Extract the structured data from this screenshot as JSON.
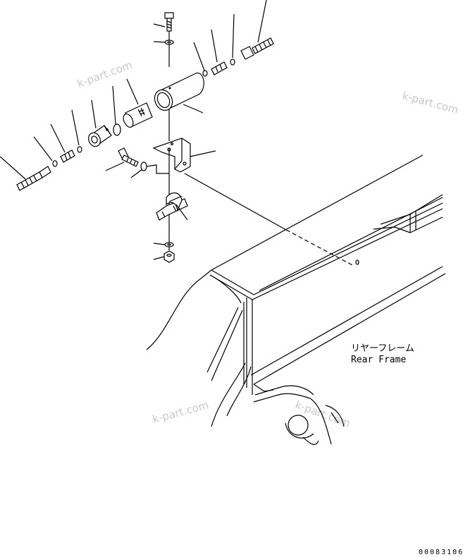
{
  "watermarks": [
    "k-part.com",
    "k-part.com",
    "k-part.com",
    "k-part.com"
  ],
  "labels": {
    "rear_frame_jp": "リヤーフレーム",
    "rear_frame_en": "Rear Frame"
  },
  "drawing_code": "00083106",
  "icons": [
    "bolt-icon",
    "washer-icon",
    "oring-icon",
    "filter-element-icon",
    "bracket-icon",
    "clamp-icon",
    "nut-icon",
    "hose-icon",
    "connector-icon"
  ]
}
